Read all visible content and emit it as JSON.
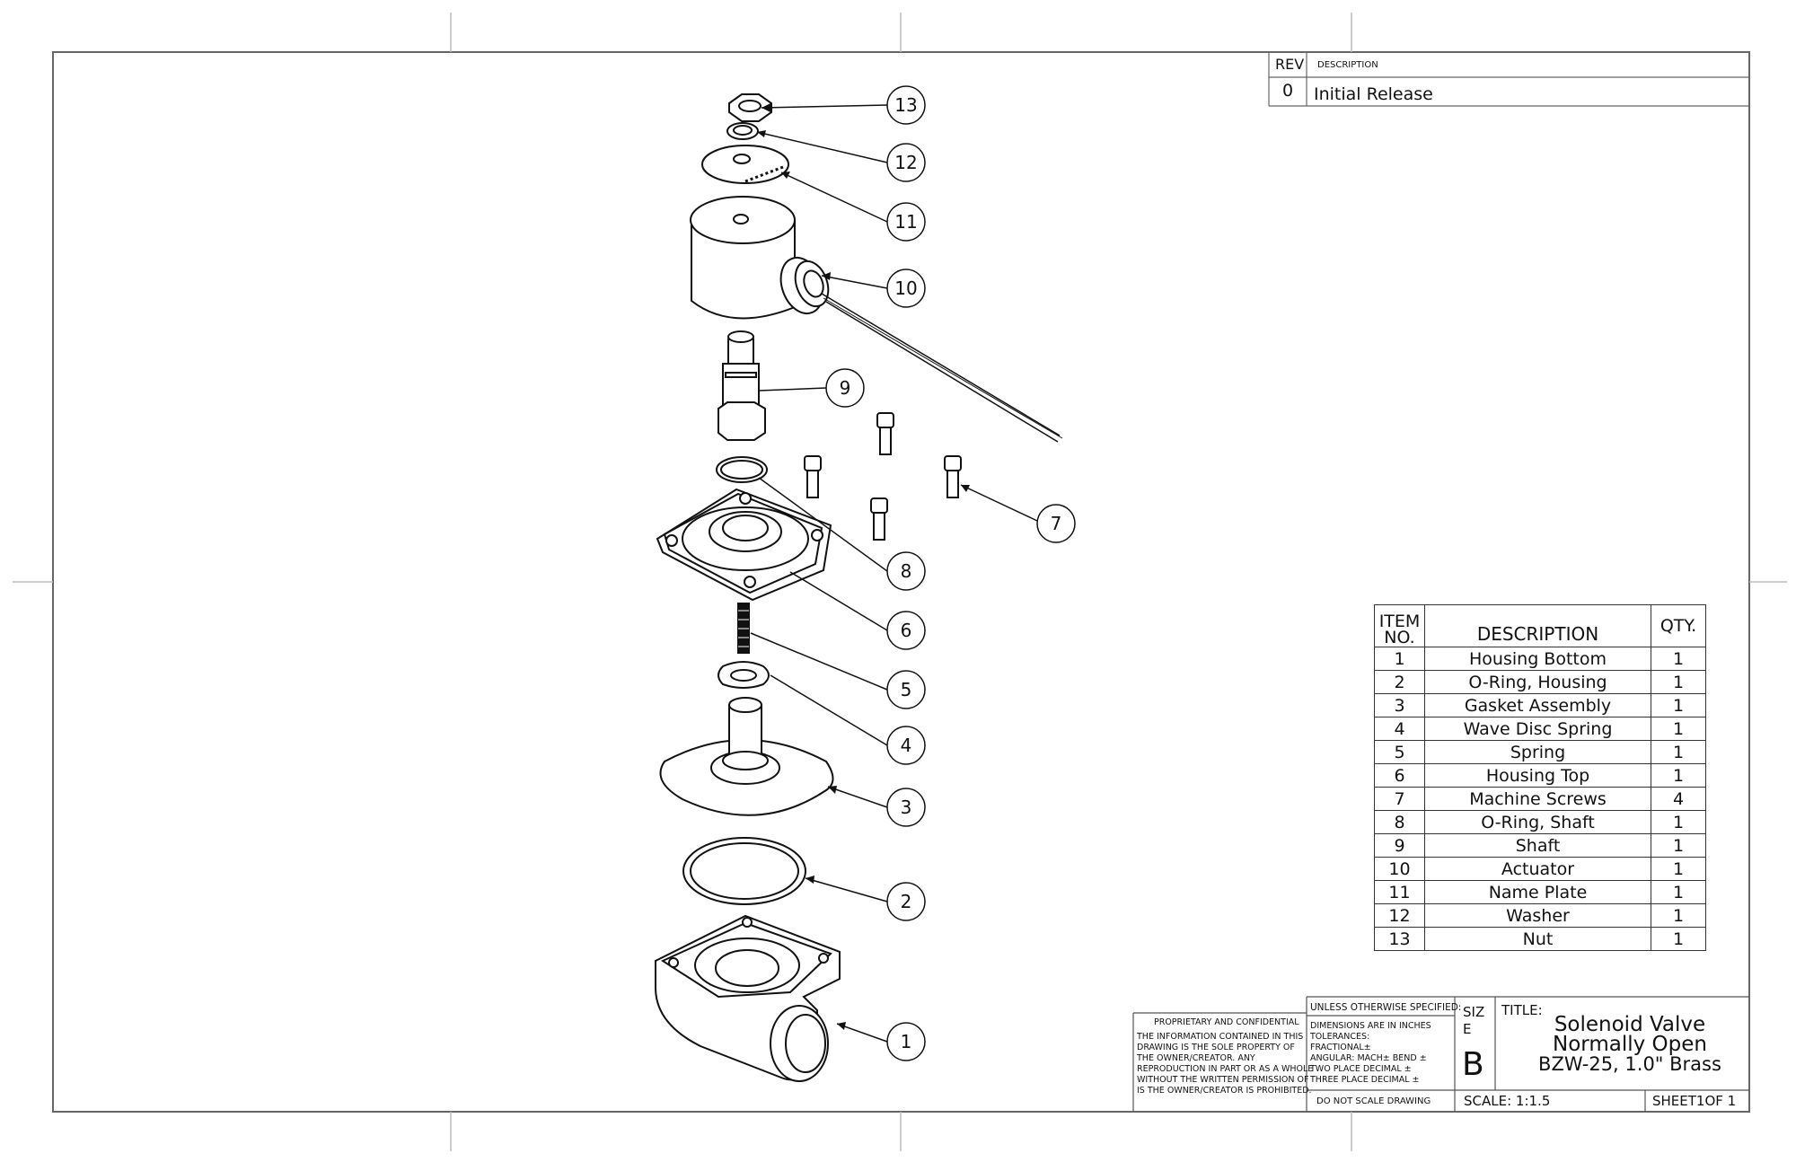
{
  "revision": {
    "rev_header": "REV",
    "description_header": "DESCRIPTION",
    "rows": [
      {
        "rev": "0",
        "description": "Initial Release"
      }
    ]
  },
  "bom": {
    "headers": {
      "item": "ITEM NO.",
      "item_line1": "ITEM",
      "item_line2": "NO.",
      "description": "DESCRIPTION",
      "qty": "QTY."
    },
    "rows": [
      {
        "item": "1",
        "description": "Housing Bottom",
        "qty": "1"
      },
      {
        "item": "2",
        "description": "O-Ring, Housing",
        "qty": "1"
      },
      {
        "item": "3",
        "description": "Gasket Assembly",
        "qty": "1"
      },
      {
        "item": "4",
        "description": "Wave Disc Spring",
        "qty": "1"
      },
      {
        "item": "5",
        "description": "Spring",
        "qty": "1"
      },
      {
        "item": "6",
        "description": "Housing Top",
        "qty": "1"
      },
      {
        "item": "7",
        "description": "Machine Screws",
        "qty": "4"
      },
      {
        "item": "8",
        "description": "O-Ring, Shaft",
        "qty": "1"
      },
      {
        "item": "9",
        "description": "Shaft",
        "qty": "1"
      },
      {
        "item": "10",
        "description": "Actuator",
        "qty": "1"
      },
      {
        "item": "11",
        "description": "Name Plate",
        "qty": "1"
      },
      {
        "item": "12",
        "description": "Washer",
        "qty": "1"
      },
      {
        "item": "13",
        "description": "Nut",
        "qty": "1"
      }
    ]
  },
  "balloons": [
    "13",
    "12",
    "11",
    "10",
    "9",
    "7",
    "8",
    "6",
    "5",
    "4",
    "3",
    "2",
    "1"
  ],
  "title_block": {
    "confidential_heading": "PROPRIETARY AND CONFIDENTIAL",
    "confidential_lines": [
      "THE INFORMATION CONTAINED IN THIS",
      "DRAWING IS THE SOLE PROPERTY OF",
      "THE OWNER/CREATOR. ANY",
      "REPRODUCTION IN PART OR AS A WHOLE",
      "WITHOUT THE WRITTEN PERMISSION OF",
      " IS THE OWNER/CREATOR IS PROHIBITED."
    ],
    "unless_specified": "UNLESS OTHERWISE SPECIFIED:",
    "tolerance_lines": [
      "DIMENSIONS ARE IN INCHES",
      "TOLERANCES:",
      "FRACTIONAL±",
      "ANGULAR: MACH±    BEND ±",
      "TWO PLACE DECIMAL    ±",
      "THREE PLACE DECIMAL  ±"
    ],
    "do_not_scale": "DO NOT SCALE DRAWING",
    "size_label_1": "SIZ",
    "size_label_2": "E",
    "size_value": "B",
    "title_label": "TITLE:",
    "title_lines": [
      "Solenoid Valve",
      "Normally Open",
      "BZW-25, 1.0\" Brass"
    ],
    "scale": "SCALE: 1:1.5",
    "sheet": "SHEET1OF 1"
  }
}
